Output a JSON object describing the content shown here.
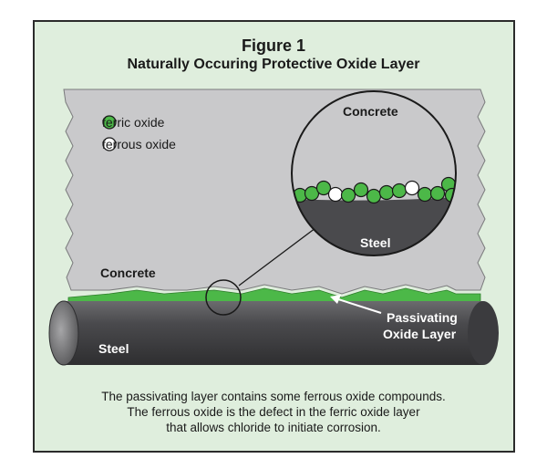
{
  "figure": {
    "label": "Figure 1",
    "title": "Naturally Occuring Protective Oxide Layer"
  },
  "legend": [
    {
      "label": "ferric oxide",
      "color": "#4cb848"
    },
    {
      "label": "ferrous oxide",
      "color": "#ffffff"
    }
  ],
  "labels": {
    "concrete_main": "Concrete",
    "concrete_zoom": "Concrete",
    "steel_zoom": "Steel",
    "steel_main": "Steel",
    "passivating_line1": "Passivating",
    "passivating_line2": "Oxide Layer"
  },
  "zoom_particles": [
    "ferric",
    "ferric",
    "ferric",
    "ferrous",
    "ferric",
    "ferric",
    "ferric",
    "ferric",
    "ferric",
    "ferrous",
    "ferric",
    "ferric",
    "ferric",
    "ferric"
  ],
  "caption": [
    "The passivating layer contains some ferrous oxide compounds.",
    "The ferrous oxide is the defect in the ferric oxide layer",
    "that allows chloride to initiate corrosion."
  ],
  "colors": {
    "panel_bg": "#dfeedd",
    "concrete": "#c9c9cb",
    "steel": "#4a4a4d",
    "oxide_green": "#4cb848"
  }
}
